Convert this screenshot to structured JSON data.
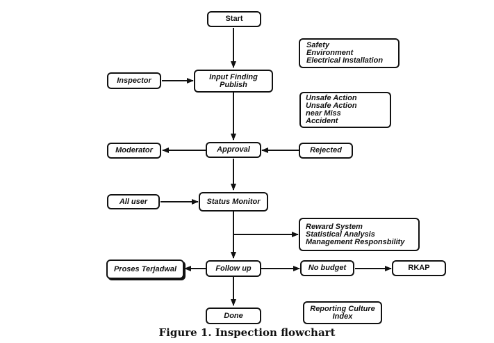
{
  "nodes": {
    "start": "Start",
    "input": "Input Finding\nPublish",
    "inspector": "Inspector",
    "approval": "Approval",
    "moderator": "Moderator",
    "rejected": "Rejected",
    "status_monitor": "Status Monitor",
    "all_user": "All user",
    "follow_up": "Follow up",
    "proses": "Proses Terjadwal",
    "no_budget": "No budget",
    "rkap": "RKAP",
    "done": "Done"
  },
  "notes": {
    "categories": "Safety\nEnvironment\nElectrical Installation",
    "types": "Unsafe Action\nUnsafe Action\nnear Miss\nAccident",
    "reward": "Reward System\nStatistical Analysis\nManagement Responsbility",
    "reporting": "Reporting Culture\nIndex"
  },
  "caption": "Figure 1. Inspection flowchart"
}
